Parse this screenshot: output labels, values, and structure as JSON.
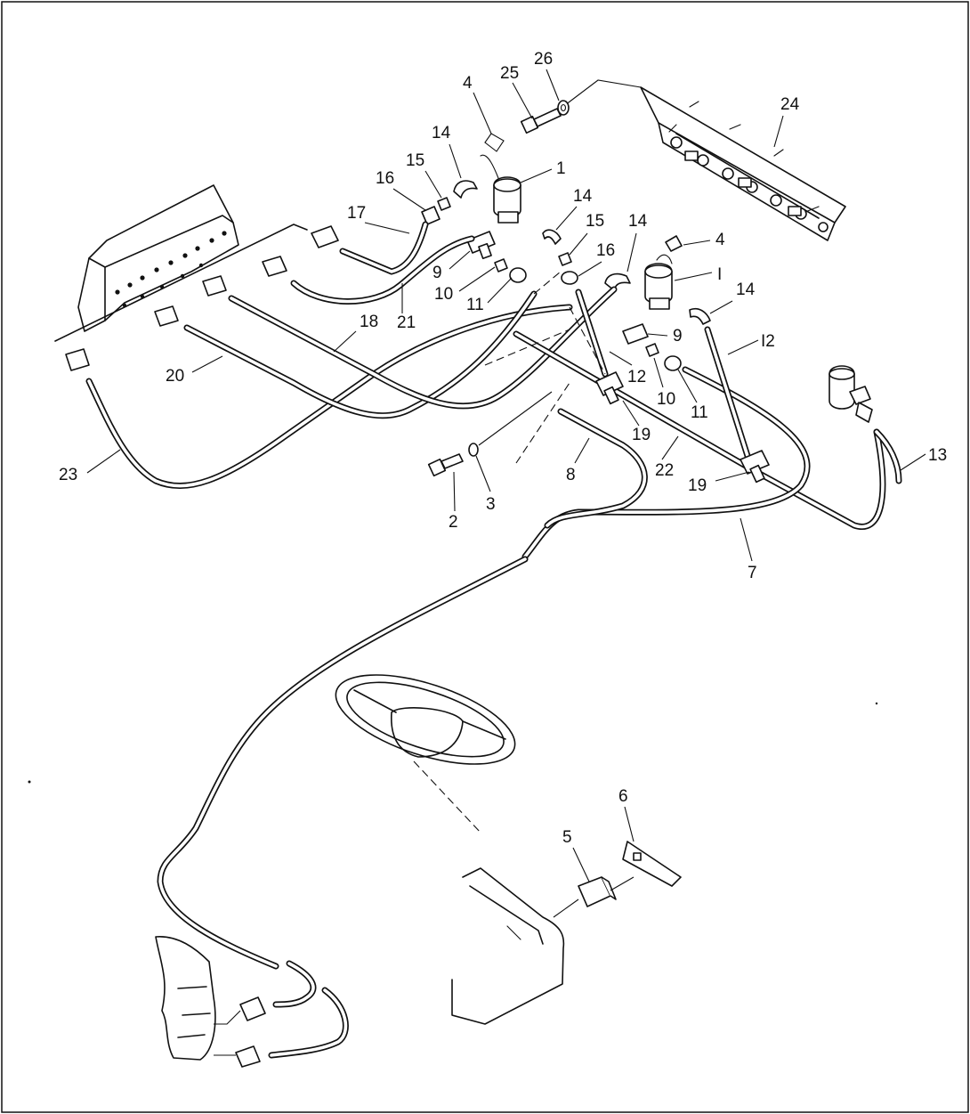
{
  "callouts": [
    {
      "id": "c1",
      "text": "1"
    },
    {
      "id": "c1b",
      "text": "I"
    },
    {
      "id": "c2",
      "text": "2"
    },
    {
      "id": "c3",
      "text": "3"
    },
    {
      "id": "c4a",
      "text": "4"
    },
    {
      "id": "c4b",
      "text": "4"
    },
    {
      "id": "c5",
      "text": "5"
    },
    {
      "id": "c6",
      "text": "6"
    },
    {
      "id": "c7",
      "text": "7"
    },
    {
      "id": "c8",
      "text": "8"
    },
    {
      "id": "c9a",
      "text": "9"
    },
    {
      "id": "c9b",
      "text": "9"
    },
    {
      "id": "c10a",
      "text": "10"
    },
    {
      "id": "c10b",
      "text": "10"
    },
    {
      "id": "c11a",
      "text": "11"
    },
    {
      "id": "c11b",
      "text": "11"
    },
    {
      "id": "c12a",
      "text": "12"
    },
    {
      "id": "c12b",
      "text": "I2"
    },
    {
      "id": "c13",
      "text": "13"
    },
    {
      "id": "c14a",
      "text": "14"
    },
    {
      "id": "c14b",
      "text": "14"
    },
    {
      "id": "c14c",
      "text": "14"
    },
    {
      "id": "c14d",
      "text": "14"
    },
    {
      "id": "c15a",
      "text": "15"
    },
    {
      "id": "c15b",
      "text": "15"
    },
    {
      "id": "c16a",
      "text": "16"
    },
    {
      "id": "c16b",
      "text": "16"
    },
    {
      "id": "c17",
      "text": "17"
    },
    {
      "id": "c18",
      "text": "18"
    },
    {
      "id": "c19a",
      "text": "19"
    },
    {
      "id": "c19b",
      "text": "19"
    },
    {
      "id": "c20",
      "text": "20"
    },
    {
      "id": "c21",
      "text": "21"
    },
    {
      "id": "c22",
      "text": "22"
    },
    {
      "id": "c23",
      "text": "23"
    },
    {
      "id": "c24",
      "text": "24"
    },
    {
      "id": "c25",
      "text": "25"
    },
    {
      "id": "c26",
      "text": "26"
    }
  ]
}
